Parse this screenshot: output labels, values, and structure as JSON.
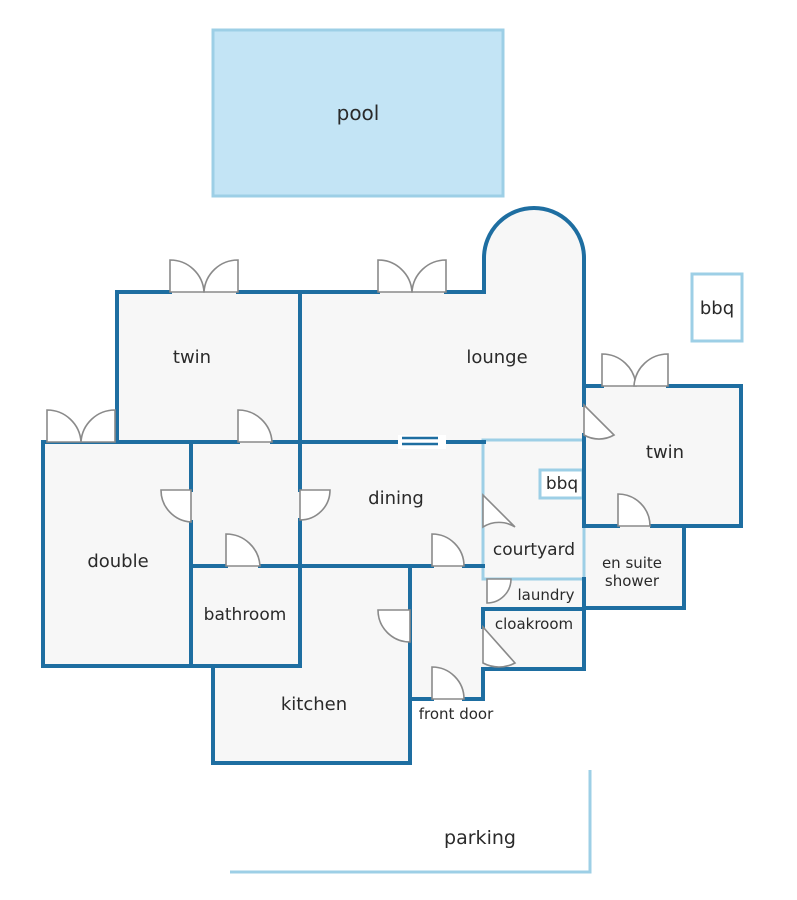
{
  "plan": {
    "pool": "pool",
    "bbq_outdoor": "bbq",
    "bbq_courtyard": "bbq",
    "parking": "parking",
    "rooms": {
      "twin_left": "twin",
      "lounge": "lounge",
      "twin_right": "twin",
      "double": "double",
      "dining": "dining",
      "courtyard": "courtyard",
      "en_suite_line1": "en suite",
      "en_suite_line2": "shower",
      "laundry": "laundry",
      "cloakroom": "cloakroom",
      "bathroom": "bathroom",
      "kitchen": "kitchen",
      "front_door": "front door"
    }
  },
  "colors": {
    "wall": "#1e6ea1",
    "light_outline": "#9dcfe6",
    "pool_fill": "#c3e4f5",
    "floor": "#f7f7f7",
    "door": "#8a8a8a"
  }
}
